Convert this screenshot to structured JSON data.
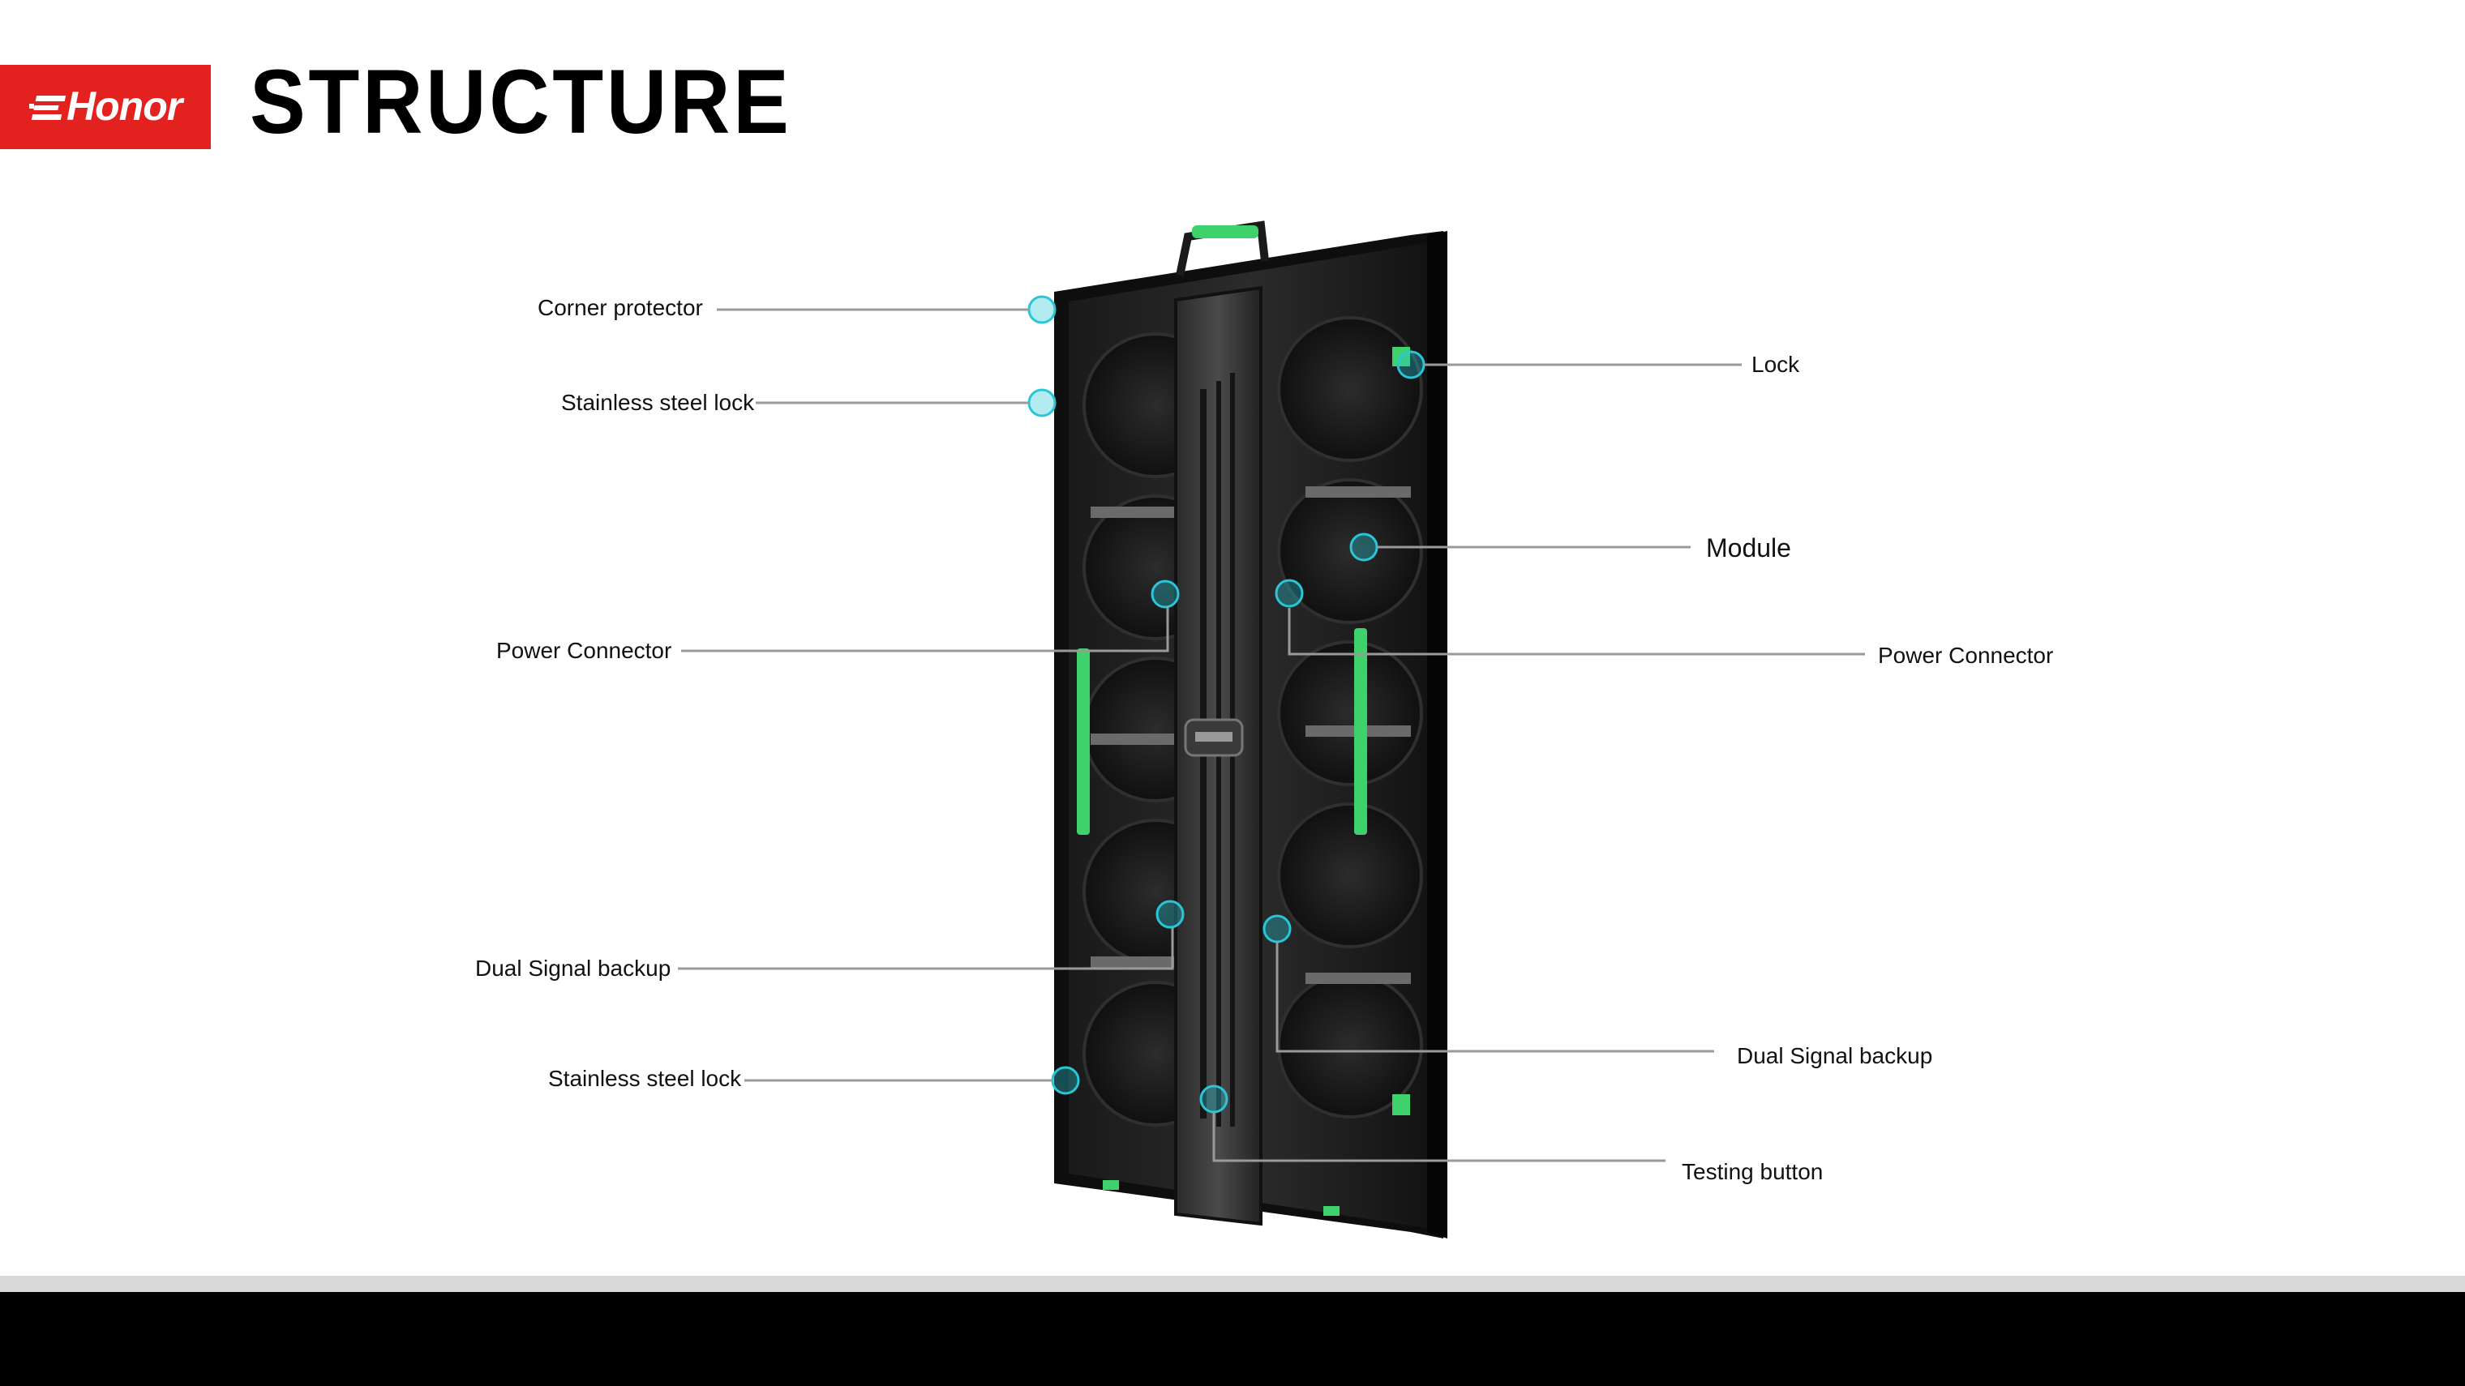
{
  "brand": {
    "name": "Honor",
    "color": "#e3211f"
  },
  "page": {
    "title": "STRUCTURE"
  },
  "diagram": {
    "callouts": [
      {
        "id": "corner-protector",
        "label": "Corner protector"
      },
      {
        "id": "stainless-steel-lock-top",
        "label": "Stainless steel lock"
      },
      {
        "id": "power-connector-left",
        "label": "Power Connector"
      },
      {
        "id": "dual-signal-backup-left",
        "label": "Dual Signal backup"
      },
      {
        "id": "stainless-steel-lock-bottom",
        "label": "Stainless steel lock"
      },
      {
        "id": "lock",
        "label": "Lock"
      },
      {
        "id": "module",
        "label": "Module"
      },
      {
        "id": "power-connector-right",
        "label": "Power Connector"
      },
      {
        "id": "dual-signal-backup-right",
        "label": "Dual Signal backup"
      },
      {
        "id": "testing-button",
        "label": "Testing button"
      }
    ],
    "accent_color": "#3fd16b",
    "marker_color": "#28c6d6"
  }
}
